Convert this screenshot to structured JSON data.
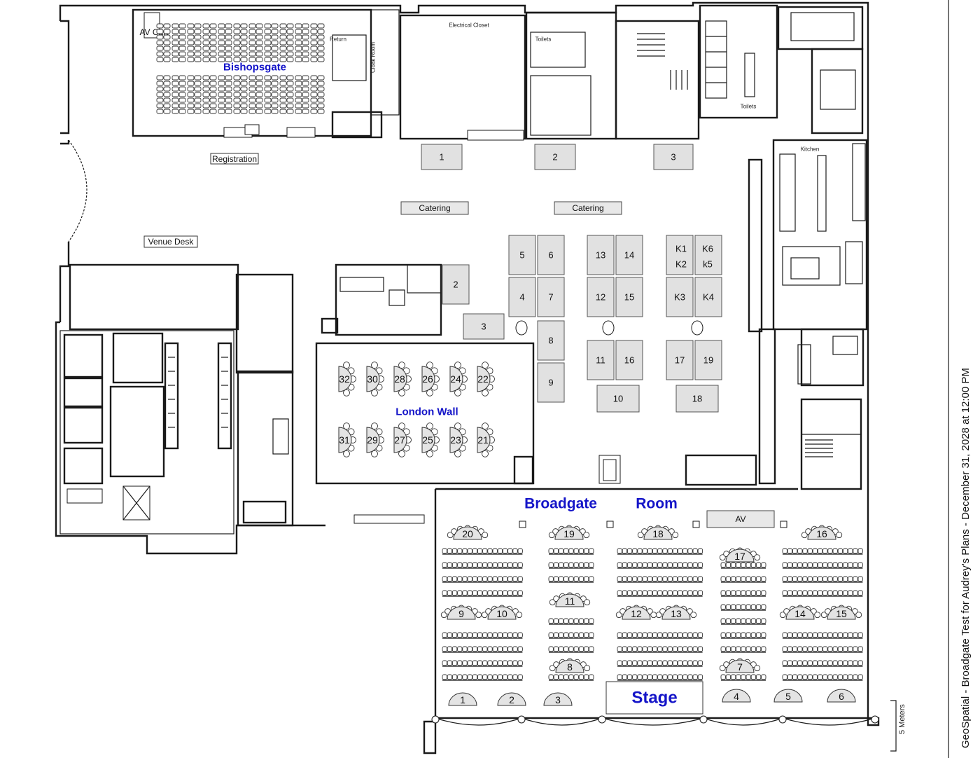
{
  "side_caption": "GeoSpatial - Broadgate Test for Audrey's Plans - December 31, 2028 at 12:00 PM",
  "scale_label": "5 Meters",
  "rooms": {
    "bishopsgate": "Bishopsgate",
    "london_wall": "London Wall",
    "broadgate": "Broadgate",
    "room": "Room"
  },
  "labels": {
    "av_cart": "AV Cart",
    "electrical_closet": "Electrical Closet",
    "toilets_1": "Toilets",
    "toilets_2": "Toilets",
    "cloak_room": "Cloak Room",
    "return": "Return",
    "kitchen": "Kitchen",
    "registration": "Registration",
    "venue_desk": "Venue Desk",
    "catering_1": "Catering",
    "catering_2": "Catering",
    "stage": "Stage",
    "av": "AV"
  },
  "booths": [
    {
      "id": "b-1",
      "label": "1"
    },
    {
      "id": "b-2",
      "label": "2"
    },
    {
      "id": "b-3",
      "label": "3"
    },
    {
      "id": "b-2b",
      "label": "2"
    },
    {
      "id": "b-3b",
      "label": "3"
    },
    {
      "id": "b-4",
      "label": "4"
    },
    {
      "id": "b-5",
      "label": "5"
    },
    {
      "id": "b-6",
      "label": "6"
    },
    {
      "id": "b-7",
      "label": "7"
    },
    {
      "id": "b-8",
      "label": "8"
    },
    {
      "id": "b-9",
      "label": "9"
    },
    {
      "id": "b-10",
      "label": "10"
    },
    {
      "id": "b-11",
      "label": "11"
    },
    {
      "id": "b-12",
      "label": "12"
    },
    {
      "id": "b-13",
      "label": "13"
    },
    {
      "id": "b-14",
      "label": "14"
    },
    {
      "id": "b-15",
      "label": "15"
    },
    {
      "id": "b-16",
      "label": "16"
    },
    {
      "id": "b-17",
      "label": "17"
    },
    {
      "id": "b-18",
      "label": "18"
    },
    {
      "id": "b-19",
      "label": "19"
    },
    {
      "id": "b-k1",
      "label": "K1"
    },
    {
      "id": "b-k2",
      "label": "K2"
    },
    {
      "id": "b-k3",
      "label": "K3"
    },
    {
      "id": "b-k4",
      "label": "K4"
    },
    {
      "id": "b-k5",
      "label": "k5"
    },
    {
      "id": "b-k6",
      "label": "K6"
    }
  ],
  "london_wall_tables": [
    "32",
    "30",
    "28",
    "26",
    "24",
    "22",
    "31",
    "29",
    "27",
    "25",
    "23",
    "21"
  ],
  "broadgate_tables": [
    "20",
    "19",
    "18",
    "17",
    "16",
    "11",
    "9",
    "10",
    "12",
    "13",
    "14",
    "15",
    "8",
    "7",
    "1",
    "2",
    "3",
    "4",
    "5",
    "6"
  ],
  "colors": {
    "room_name": "#1414c8",
    "booth_fill": "#e1e1e1",
    "table_fill": "#e4e4e4"
  }
}
